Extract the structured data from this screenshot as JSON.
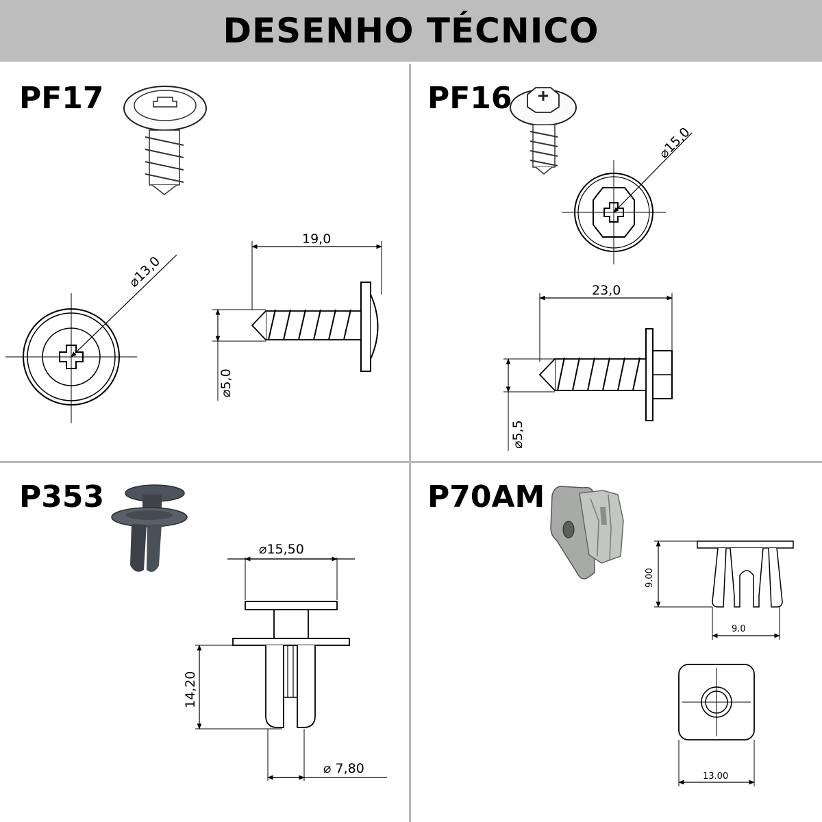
{
  "header": {
    "title": "DESENHO TÉCNICO"
  },
  "parts": [
    {
      "code": "PF17",
      "dims": {
        "head_diameter": "13,0",
        "length": "19,0",
        "thread_diameter": "5,0"
      }
    },
    {
      "code": "PF16",
      "dims": {
        "head_diameter": "15,0",
        "length": "23,0",
        "thread_diameter": "5,5"
      }
    },
    {
      "code": "P353",
      "dims": {
        "head_diameter": "15,50",
        "length": "14,20",
        "shank_diameter": "7,80"
      }
    },
    {
      "code": "P70AM",
      "dims": {
        "height": "9.00",
        "width": "9.0",
        "base_width": "13.00"
      }
    }
  ],
  "symbols": {
    "diameter": "⌀"
  }
}
